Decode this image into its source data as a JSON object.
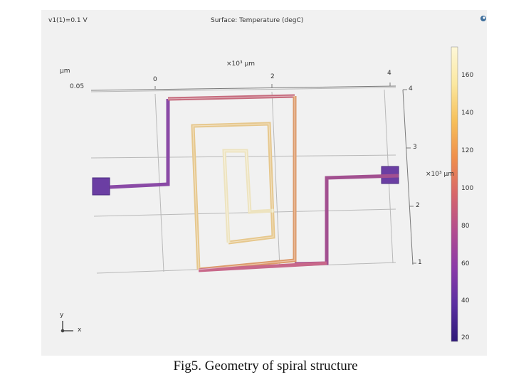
{
  "header": {
    "parameter": "v1(1)=0.1 V",
    "plot_title": "Surface: Temperature (degC)"
  },
  "axes": {
    "x_multiplier": "×10³ µm",
    "x_ticks": [
      "0",
      "2",
      "4"
    ],
    "z_unit": "µm",
    "z_value": "0.05",
    "y_multiplier": "×10³ µm",
    "y_ticks": [
      "4",
      "3",
      "2",
      "1"
    ]
  },
  "colorbar": {
    "ticks": [
      "160",
      "140",
      "120",
      "100",
      "80",
      "60",
      "40",
      "20"
    ],
    "min": 20,
    "max": 175,
    "colors": [
      "#2e1a78",
      "#5a2fa0",
      "#8b3aa8",
      "#b24d8f",
      "#d7666a",
      "#ef8f4c",
      "#f6c05a",
      "#fbe8a0",
      "#fdf7d8"
    ]
  },
  "triad": {
    "y_label": "y",
    "x_label": "x"
  },
  "caption": "Fig5. Geometry of spiral structure"
}
